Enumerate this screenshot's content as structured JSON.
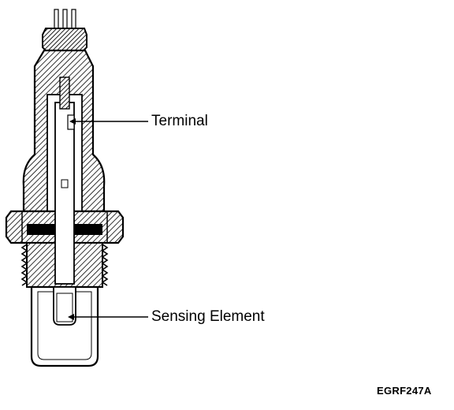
{
  "labels": {
    "terminal": "Terminal",
    "sensing_element": "Sensing Element",
    "figure_code": "EGRF247A"
  },
  "colors": {
    "ink": "#000000",
    "paper": "#ffffff"
  }
}
